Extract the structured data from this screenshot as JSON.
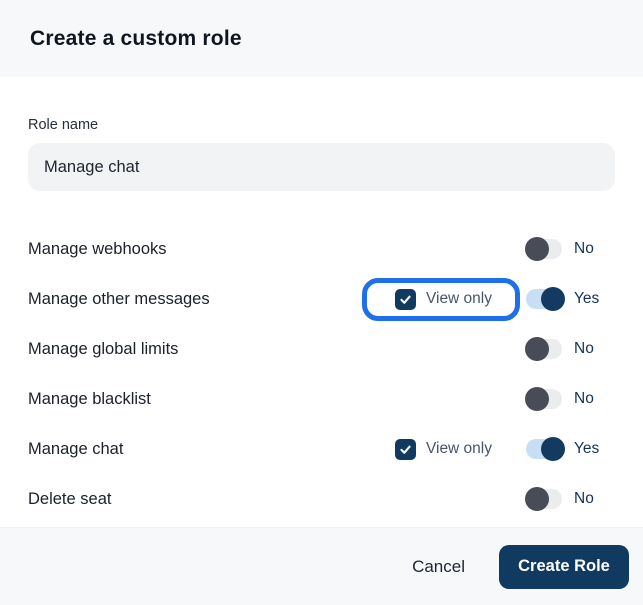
{
  "modal": {
    "title": "Create a custom role",
    "form": {
      "role_name_label": "Role name",
      "role_name_value": "Manage chat"
    },
    "permissions": [
      {
        "label": "Manage webhooks",
        "enabled": false,
        "toggle_label": "No",
        "view_only": null,
        "highlighted": false
      },
      {
        "label": "Manage other messages",
        "enabled": true,
        "toggle_label": "Yes",
        "view_only": {
          "label": "View only",
          "checked": true
        },
        "highlighted": true
      },
      {
        "label": "Manage global limits",
        "enabled": false,
        "toggle_label": "No",
        "view_only": null,
        "highlighted": false
      },
      {
        "label": "Manage blacklist",
        "enabled": false,
        "toggle_label": "No",
        "view_only": null,
        "highlighted": false
      },
      {
        "label": "Manage chat",
        "enabled": true,
        "toggle_label": "Yes",
        "view_only": {
          "label": "View only",
          "checked": true
        },
        "highlighted": false
      },
      {
        "label": "Delete seat",
        "enabled": false,
        "toggle_label": "No",
        "view_only": null,
        "highlighted": false
      }
    ],
    "footer": {
      "cancel_label": "Cancel",
      "create_label": "Create Role"
    },
    "colors": {
      "accent_navy": "#113a60",
      "highlight_blue": "#1e6fe8",
      "toggle_on_track": "#c8def5",
      "toggle_off_knob": "#474c56",
      "toggle_off_track": "#ebecee",
      "band_background": "#f7f8fa",
      "input_background": "#f1f3f5"
    }
  }
}
